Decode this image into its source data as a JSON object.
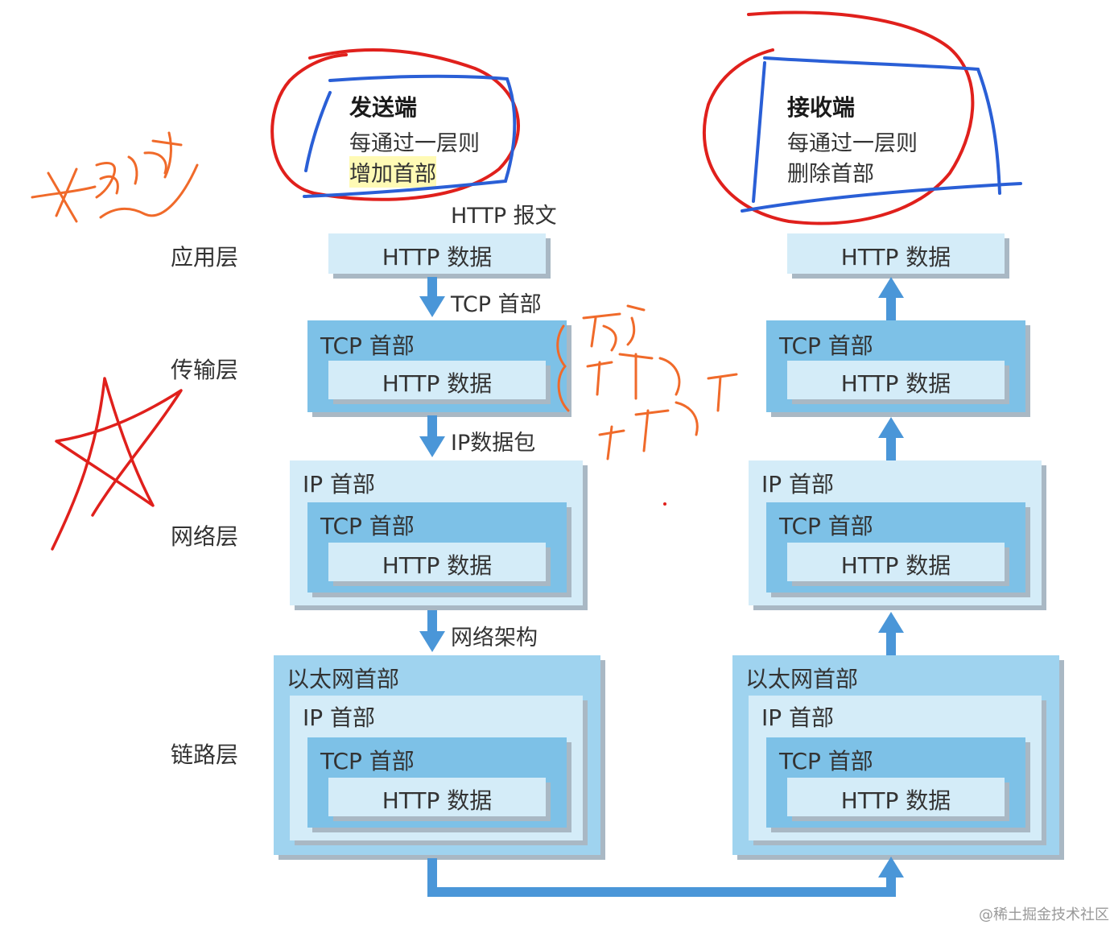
{
  "sender": {
    "title": "发送端",
    "line1": "每通过一层则",
    "line2": "增加首部"
  },
  "receiver": {
    "title": "接收端",
    "line1": "每通过一层则",
    "line2": "删除首部"
  },
  "layers": {
    "application": "应用层",
    "transport": "传输层",
    "network": "网络层",
    "link": "链路层"
  },
  "flow_labels": {
    "http_message": "HTTP 报文",
    "tcp_header": "TCP 首部",
    "ip_packet": "IP数据包",
    "network_arch": "网络架构"
  },
  "headers": {
    "ethernet": "以太网首部",
    "ip": "IP 首部",
    "tcp": "TCP 首部",
    "http_data": "HTTP 数据"
  },
  "watermark": "@稀土掘金技术社区",
  "colors": {
    "ethernet_box": "#9fd3ef",
    "ip_box": "#d4ecf8",
    "tcp_box": "#7dc1e7",
    "http_box": "#d4ecf8",
    "arrow": "#4a96d8",
    "annotation_red": "#e0201c",
    "annotation_blue": "#2a5fd6",
    "annotation_orange": "#f06a2a"
  }
}
